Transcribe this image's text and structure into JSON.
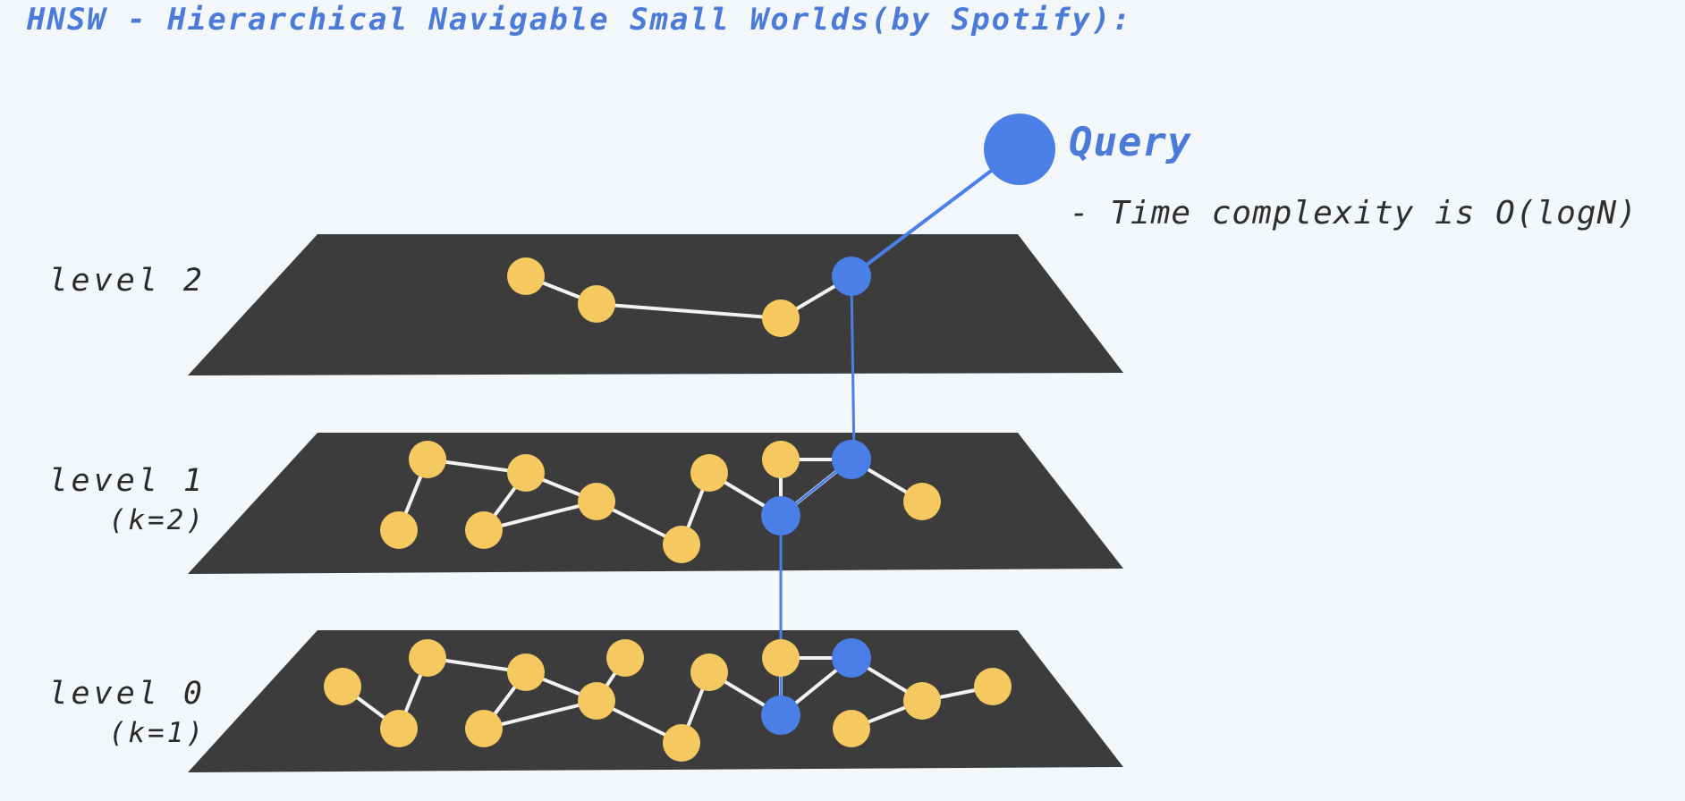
{
  "title": "HNSW - Hierarchical Navigable Small Worlds(by Spotify):",
  "query_label": "Query",
  "complexity_note": "- Time complexity is O(logN)",
  "levels": [
    {
      "name": "level 2",
      "k": ""
    },
    {
      "name": "level 1",
      "k": "(k=2)"
    },
    {
      "name": "level 0",
      "k": "(k=1)"
    }
  ],
  "colors": {
    "title": "#4b7bd8",
    "plane": "#3c3c3c",
    "node": "#f5c860",
    "path_node": "#4a7fe8",
    "edge": "#f2f2f2",
    "path_edge": "#4a7fe8",
    "background": "#f4f7fa"
  }
}
